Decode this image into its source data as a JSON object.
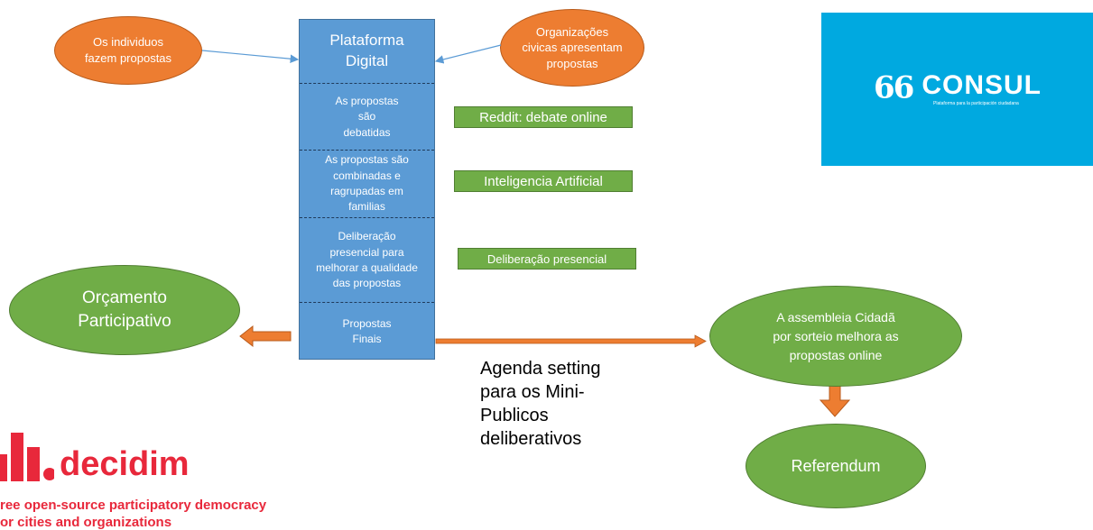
{
  "ellipses": {
    "individuals": "Os individuos\nfazem propostas",
    "organizations": "Organizações\ncivicas apresentam\npropostas",
    "participatory_budget": "Orçamento\nParticipativo",
    "citizen_assembly": "A assembleia Cidadã\npor sorteio melhora as\npropostas online",
    "referendum": "Referendum"
  },
  "platform": {
    "title": "Plataforma\nDigital",
    "sections": [
      "As propostas\nsão\ndebatidas",
      "As propostas são\ncombinadas e\nragrupadas em\nfamilias",
      "Deliberação\npresencial para\nmelhorar a qualidade\ndas propostas",
      "Propostas\nFinais"
    ]
  },
  "tools": {
    "reddit": "Reddit: debate online",
    "ai": "Inteligencia Artificial",
    "deliberation": "Deliberação presencial"
  },
  "agenda_text": "Agenda setting\npara os Mini-\nPublicos\ndeliberativos",
  "consul": {
    "name": "CONSUL",
    "quote": "99",
    "tagline": "Plataforma para la participación ciudadana",
    "bg_color": "#00a9e0"
  },
  "decidim": {
    "name": "decidim",
    "tagline_line1": "ree open-source participatory democracy",
    "tagline_line2": "or cities and organizations",
    "color": "#e8283b"
  },
  "colors": {
    "orange": "#ed7d31",
    "green": "#70ad47",
    "platform_blue": "#5b9bd5"
  }
}
